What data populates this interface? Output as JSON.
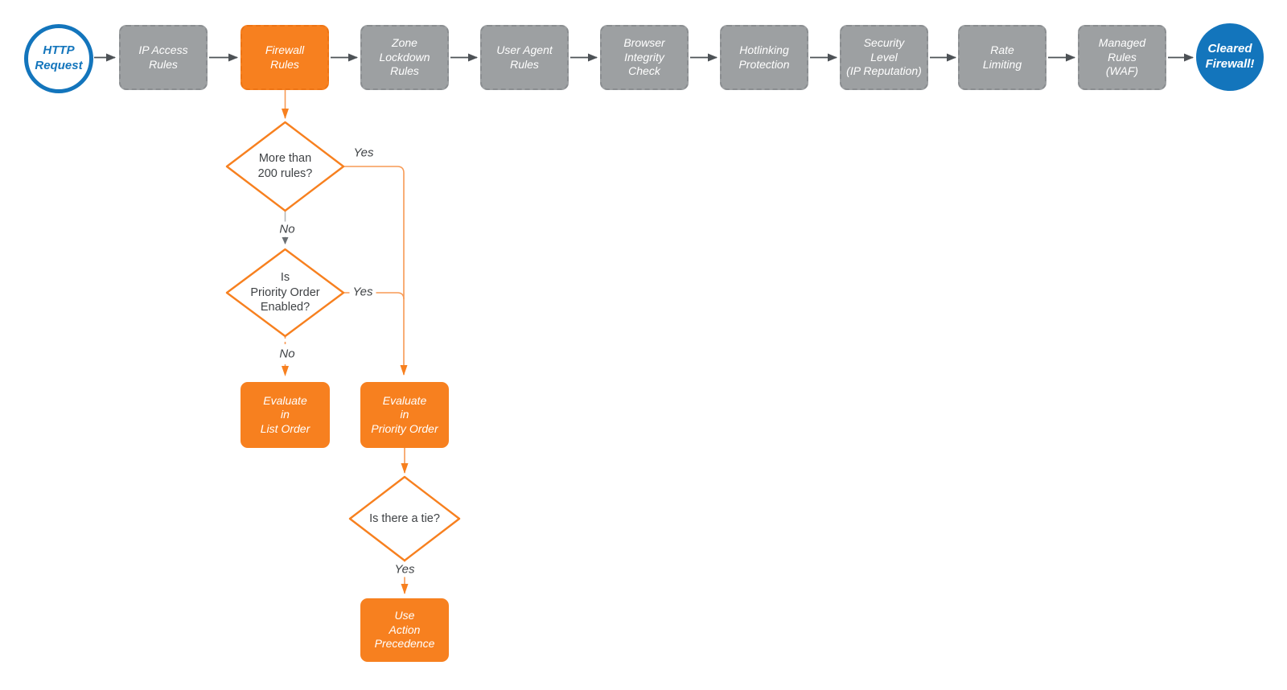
{
  "colors": {
    "orange": "#F7801F",
    "orange_border": "#ED7414",
    "orange_line": "#F79A55",
    "gray_node": "#9DA0A2",
    "gray_node_border": "#8A8D90",
    "blue": "#1375BC",
    "arrow_dark": "#4D5256",
    "gray_line": "#B4B7B9",
    "gray_head": "#6A6F73",
    "text_dark": "#3F4245"
  },
  "pipeline": {
    "nodes": [
      {
        "id": "http-request",
        "label": "HTTP\nRequest",
        "type": "start"
      },
      {
        "id": "ip-access-rules",
        "label": "IP Access\nRules",
        "type": "step"
      },
      {
        "id": "firewall-rules",
        "label": "Firewall\nRules",
        "type": "step-highlighted"
      },
      {
        "id": "zone-lockdown-rules",
        "label": "Zone\nLockdown\nRules",
        "type": "step"
      },
      {
        "id": "user-agent-rules",
        "label": "User Agent\nRules",
        "type": "step"
      },
      {
        "id": "browser-integrity-check",
        "label": "Browser\nIntegrity\nCheck",
        "type": "step"
      },
      {
        "id": "hotlinking-protection",
        "label": "Hotlinking\nProtection",
        "type": "step"
      },
      {
        "id": "security-level",
        "label": "Security\nLevel\n(IP Reputation)",
        "type": "step"
      },
      {
        "id": "rate-limiting",
        "label": "Rate\nLimiting",
        "type": "step"
      },
      {
        "id": "managed-rules-waf",
        "label": "Managed\nRules\n(WAF)",
        "type": "step"
      },
      {
        "id": "cleared-firewall",
        "label": "Cleared\nFirewall!",
        "type": "end"
      }
    ]
  },
  "branch": {
    "decisions": [
      {
        "id": "more-than-200-rules",
        "label": "More than\n200 rules?"
      },
      {
        "id": "priority-order-enabled",
        "label": "Is\nPriority Order\nEnabled?"
      },
      {
        "id": "is-there-a-tie",
        "label": "Is there a tie?"
      }
    ],
    "actions": [
      {
        "id": "evaluate-in-list-order",
        "label": "Evaluate\nin\nList Order"
      },
      {
        "id": "evaluate-in-priority-order",
        "label": "Evaluate\nin\nPriority Order"
      },
      {
        "id": "use-action-precedence",
        "label": "Use\nAction\nPrecedence"
      }
    ],
    "edge_labels": {
      "d1_yes": "Yes",
      "d1_no": "No",
      "d2_yes": "Yes",
      "d2_no": "No",
      "d3_yes": "Yes"
    }
  }
}
